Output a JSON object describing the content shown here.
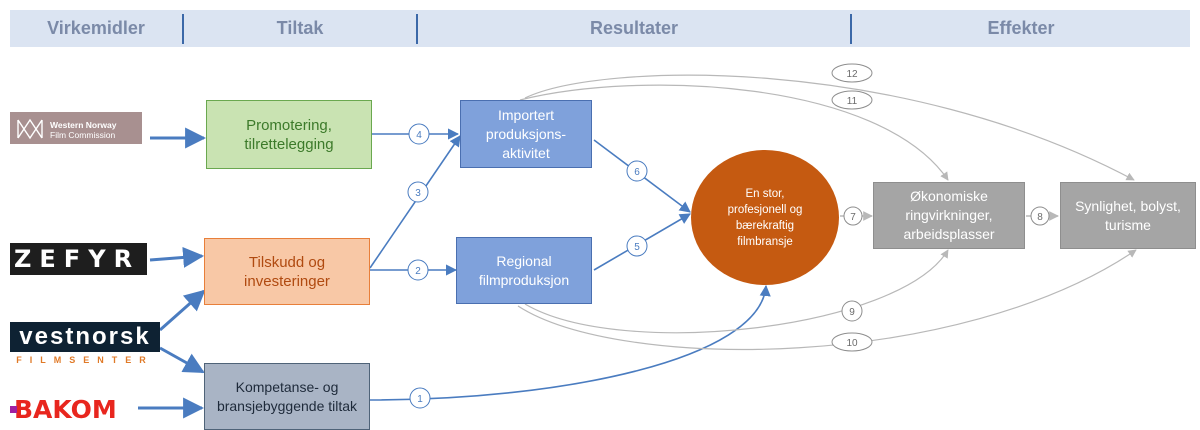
{
  "header": {
    "columns": [
      "Virkemidler",
      "Tiltak",
      "Resultater",
      "Effekter"
    ]
  },
  "logos": {
    "western_norway": {
      "line1": "Western Norway",
      "line2": "Film Commission"
    },
    "zefyr": "ZEFYR",
    "vestnorsk": {
      "line1": "vestnorsk",
      "line2": "FILMSENTER"
    },
    "bakom": "BAKOM"
  },
  "boxes": {
    "promotering": "Promotering, tilrettelegging",
    "tilskudd": "Tilskudd og investeringer",
    "kompetanse": "Kompetanse- og bransjebyggende tiltak",
    "importert": "Importert produksjons-aktivitet",
    "regional": "Regional filmproduksjon",
    "central": "En stor, profesjonell og bærekraftig filmbransje",
    "okonomiske": "Økonomiske ringvirkninger, arbeidsplasser",
    "synlighet": "Synlighet, bolyst, turisme"
  },
  "edge_labels": [
    "1",
    "2",
    "3",
    "4",
    "5",
    "6",
    "7",
    "8",
    "9",
    "10",
    "11",
    "12"
  ],
  "colors": {
    "header_bg": "#dbe4f2",
    "header_text": "#7b8aa8",
    "arrow_blue": "#4a7cc0",
    "arrow_gray": "#b8b8b8",
    "central": "#c55a11"
  }
}
